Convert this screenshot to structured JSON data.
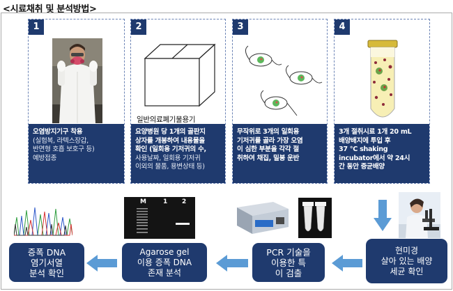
{
  "title": "<시료채취 및 분석방법>",
  "panels": [
    {
      "num": "1",
      "lines": [
        "오염방지기구 착용",
        "(실험복, 라텍스장갑,",
        "반면형 호흡 보호구 등)",
        "예방접종"
      ]
    },
    {
      "num": "2",
      "box_label": "일반의료폐기물용기",
      "lines": [
        "요양병원 당 1개의 골판지",
        "상자를 개봉하여 내용물을",
        "확인 (일회용 기저귀의 수,",
        "사용날짜, 일회용 기저귀",
        "이외의 물품, 용변상태 등)"
      ]
    },
    {
      "num": "3",
      "lines": [
        "무작위로 3개의 일회용",
        "기저귀를 골라 가장 오염",
        "이 심한 부분을 각각 절",
        "취하여 채집, 밀봉 운반"
      ]
    },
    {
      "num": "4",
      "lines": [
        "3개 절취시료 1개 20 mL",
        "배양배지에 투입 후",
        "37 °C shaking",
        "incubator에서 약 24시",
        "간 동안 증균배양"
      ]
    }
  ],
  "gel_labels": {
    "m": "M",
    "one": "1",
    "two": "2"
  },
  "steps": [
    {
      "lines": [
        "증폭 DNA",
        "염기서열",
        "분석 확인"
      ]
    },
    {
      "lines": [
        "Agarose gel",
        "이용 증폭 DNA",
        "존재 분석"
      ]
    },
    {
      "lines": [
        "PCR 기술을",
        "이용한 특",
        "이 검출"
      ]
    },
    {
      "lines": [
        "현미경",
        "살아 있는 배양",
        "세균 확인"
      ]
    }
  ],
  "colors": {
    "navy": "#1f3a6e",
    "arrow": "#5b9bd5",
    "dashed": "#6b83b5"
  }
}
